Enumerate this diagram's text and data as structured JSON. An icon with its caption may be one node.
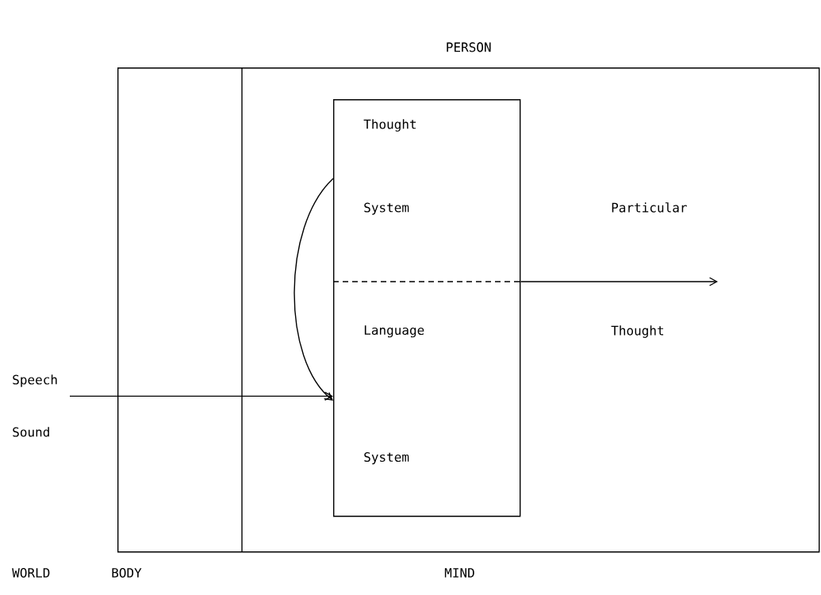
{
  "diagram": {
    "nodes": [
      {
        "text": [
          "PERSON"
        ]
      },
      {
        "text": [
          "Thought System",
          "Language System"
        ],
        "in": 0
      },
      {
        "text": [
          "Speech Sound"
        ]
      },
      {
        "text": [
          "Particular Thought"
        ],
        "in": 0
      }
    ],
    "edges": [
      {
        "from": 2,
        "to": 1,
        "arrow": "to"
      },
      {
        "from": 1,
        "to": 1,
        "arrow": "to"
      },
      {
        "from": 1,
        "to": 3,
        "arrow": "to"
      }
    ],
    "labels": [
      "WORLD",
      "BODY",
      "MIND"
    ]
  }
}
